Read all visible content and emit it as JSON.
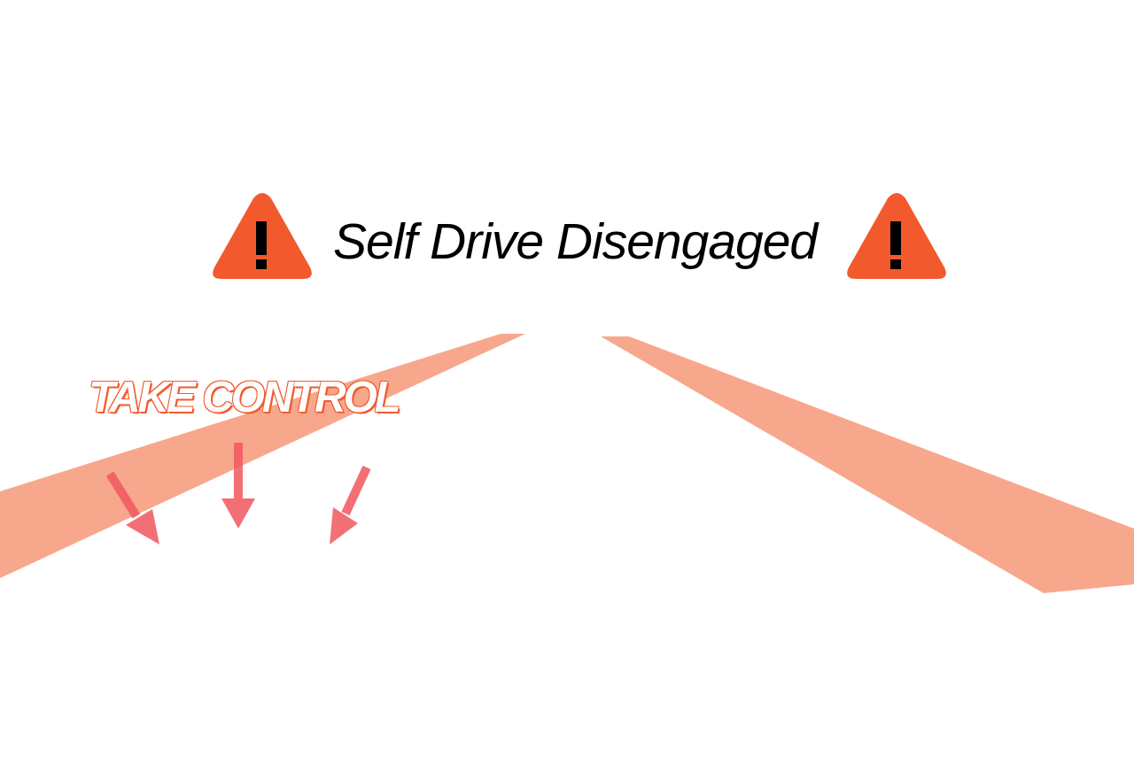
{
  "banner": {
    "title": "Self Drive Disengaged",
    "icon_left": "warning-icon",
    "icon_right": "warning-icon",
    "icon_color": "#f25a2e",
    "icon_glyph_color": "#000000"
  },
  "prompt": {
    "label": "TAKE CONTROL",
    "outline_color": "#f25a2e"
  },
  "arrows": {
    "count": 3,
    "icon": "arrow-down-icon",
    "color": "#f2575f"
  },
  "road": {
    "lane_color": "#f2704a",
    "lane_opacity": 0.6
  }
}
